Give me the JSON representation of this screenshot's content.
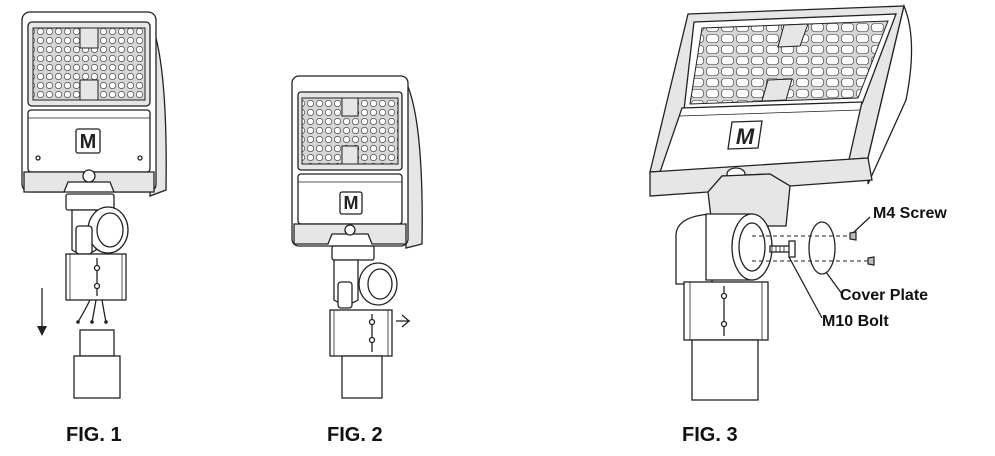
{
  "figures": [
    {
      "label": "FIG. 1"
    },
    {
      "label": "FIG. 2"
    },
    {
      "label": "FIG. 3"
    }
  ],
  "callouts": {
    "m4_screw": "M4 Screw",
    "cover_plate": "Cover Plate",
    "m10_bolt": "M10 Bolt"
  },
  "badge": "M"
}
